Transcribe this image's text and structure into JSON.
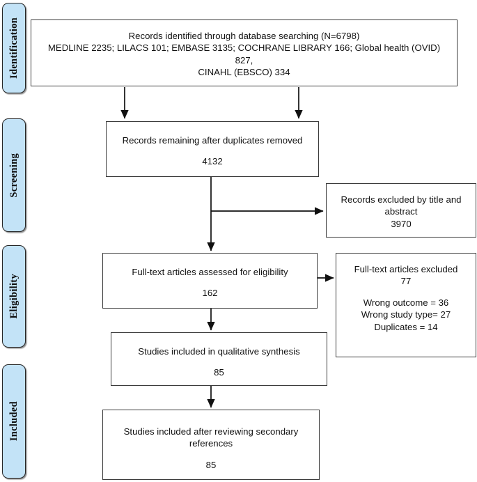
{
  "figure": {
    "type": "prisma-flow-diagram",
    "background": "#ffffff",
    "stage_fill": "#c3e3f7",
    "box_border": "#3a3a3a",
    "text_color": "#121212"
  },
  "stages": [
    {
      "id": "identification",
      "label": "Identification"
    },
    {
      "id": "screening",
      "label": "Screening"
    },
    {
      "id": "eligibility",
      "label": "Eligibility"
    },
    {
      "id": "included",
      "label": "Included"
    }
  ],
  "nodes": {
    "identified": {
      "line1": "Records identified through database searching (N=6798)",
      "line2": "MEDLINE 2235; LILACS 101; EMBASE 3135; COCHRANE LIBRARY 166; Global health (OVID) 827,",
      "line3": "CINAHL (EBSCO) 334"
    },
    "after_duplicates": {
      "line1": "Records remaining after duplicates removed",
      "count": "4132"
    },
    "excluded_title_abstract": {
      "line1": "Records excluded by title and",
      "line2": "abstract",
      "count": "3970"
    },
    "fulltext_assessed": {
      "line1": "Full-text articles assessed for eligibility",
      "count": "162"
    },
    "fulltext_excluded": {
      "line1": "Full-text articles excluded",
      "count": "77",
      "reason1": "Wrong outcome = 36",
      "reason2": "Wrong study type= 27",
      "reason3": "Duplicates = 14"
    },
    "qualitative_synthesis": {
      "line1": "Studies included in qualitative synthesis",
      "count": "85"
    },
    "secondary_references": {
      "line1": "Studies included after reviewing secondary",
      "line2": "references",
      "count": "85"
    }
  },
  "connectors": [
    {
      "id": "identified-to-duplicates-left",
      "kind": "arrow-down"
    },
    {
      "id": "identified-to-duplicates-right",
      "kind": "arrow-down"
    },
    {
      "id": "duplicates-to-excluded",
      "kind": "arrow-right-branch"
    },
    {
      "id": "duplicates-to-fulltext",
      "kind": "arrow-down"
    },
    {
      "id": "fulltext-to-excluded",
      "kind": "arrow-right"
    },
    {
      "id": "fulltext-to-qualitative",
      "kind": "arrow-down"
    },
    {
      "id": "qualitative-to-secondary",
      "kind": "arrow-down"
    }
  ]
}
